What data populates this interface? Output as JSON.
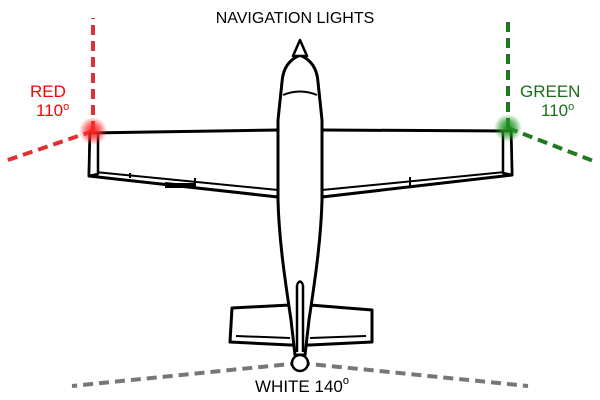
{
  "title": "NAVIGATION LIGHTS",
  "lights": {
    "red": {
      "name": "RED",
      "angle": "110",
      "unit": "o",
      "color": "#ff1a1a",
      "beam_color": "#e03030"
    },
    "green": {
      "name": "GREEN",
      "angle": "110",
      "unit": "o",
      "color": "#1a7a1a",
      "beam_color": "#1f7a1f"
    },
    "white": {
      "name": "WHITE 140",
      "unit": "o",
      "beam_color": "#777777"
    }
  },
  "colors": {
    "red_text": "#ff0000",
    "green_text": "#1a6e1a",
    "aircraft_outline": "#000000",
    "aircraft_fill": "#ffffff"
  }
}
